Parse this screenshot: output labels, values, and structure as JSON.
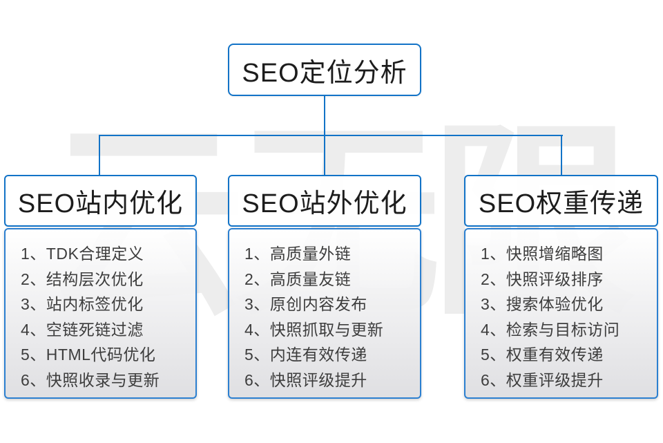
{
  "diagram": {
    "watermark": "云无限",
    "root": {
      "label": "SEO定位分析"
    },
    "columns": [
      {
        "header": "SEO站内优化",
        "items": [
          "1、TDK合理定义",
          "2、结构层次优化",
          "3、站内标签优化",
          "4、空链死链过滤",
          "5、HTML代码优化",
          "6、快照收录与更新"
        ]
      },
      {
        "header": "SEO站外优化",
        "items": [
          "1、高质量外链",
          "2、高质量友链",
          "3、原创内容发布",
          "4、快照抓取与更新",
          "5、内连有效传递",
          "6、快照评级提升"
        ]
      },
      {
        "header": "SEO权重传递",
        "items": [
          "1、快照增缩略图",
          "2、快照评级排序",
          "3、搜索体验优化",
          "4、检索与目标访问",
          "5、权重有效传递",
          "6、权重评级提升"
        ]
      }
    ],
    "colors": {
      "connector_line": "#1273c7",
      "box_border": "#1273c7",
      "header_text": "#1c1c1c",
      "item_text": "#3d3d3d",
      "watermark_text": "#ededed",
      "list_gradient_top": "#ffffff",
      "list_gradient_bottom": "#dedee1"
    }
  }
}
